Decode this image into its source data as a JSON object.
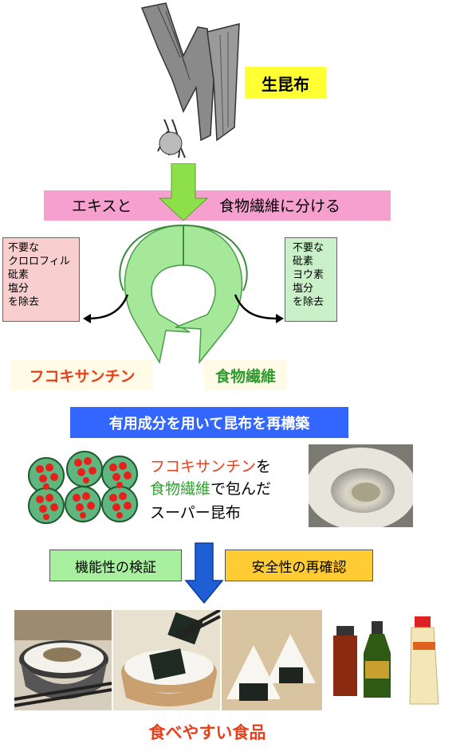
{
  "raw_kelp": {
    "label": "生昆布"
  },
  "separate": {
    "left": "エキスと",
    "right": "食物繊維に分ける"
  },
  "removed_left": {
    "lines": [
      "不要な",
      "クロロフィル",
      "砒素",
      "塩分",
      "を除去"
    ]
  },
  "removed_right": {
    "lines": [
      "不要な",
      "砒素",
      "ヨウ素",
      "塩分",
      "を除去"
    ]
  },
  "products": {
    "fucoxanthin": "フコキサンチン",
    "fiber": "食物繊維"
  },
  "rebuild": {
    "label": "有用成分を用いて昆布を再構築"
  },
  "super_kelp": {
    "line1_red": "フコキサンチン",
    "line1_rest": "を",
    "line2_green": "食物繊維",
    "line2_rest": "で包んだ",
    "line3": "スーパー昆布"
  },
  "verify": {
    "function_label": "機能性の検証",
    "safety_label": "安全性の再確認"
  },
  "foods": {
    "caption": "食べやすい食品"
  },
  "colors": {
    "yellow": "#ffff33",
    "pink": "#f6a0d0",
    "blue": "#3366ff",
    "red": "#e8401c",
    "green": "#2fa02f",
    "arrow_green": "#8ee04a"
  }
}
